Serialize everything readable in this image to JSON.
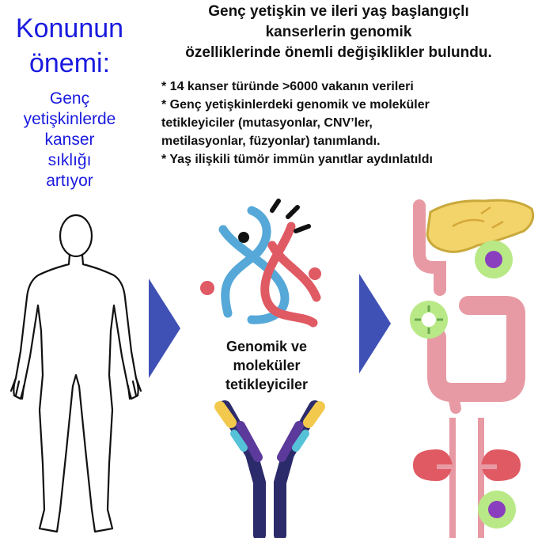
{
  "left_panel": {
    "title_line1": "Konunun",
    "title_line2": "önemi:",
    "subtitle_lines": [
      "Genç",
      "yetişkinlerde",
      "kanser",
      "sıklığı",
      "artıyor"
    ]
  },
  "headline_lines": [
    "Genç yetişkin ve ileri yaş başlangıçlı",
    "kanserlerin genomik",
    "özelliklerinde önemli değişiklikler bulundu."
  ],
  "bullets": [
    "* 14 kanser türünde >6000 vakanın verileri",
    "* Genç yetişkinlerdeki genomik ve moleküler",
    "tetikleyiciler (mutasyonlar, CNV’ler,",
    "metilasyonlar, füzyonlar) tanımlandı.",
    "* Yaş ilişkili tümör immün yanıtlar aydınlatıldı"
  ],
  "center_label_lines": [
    "Genomik ve",
    "moleküler",
    "tetikleyiciler"
  ],
  "icons": {
    "body": "human-body-outline-icon",
    "dna": "dna-icon",
    "antibody": "antibody-icon",
    "pancreas": "pancreas-tumor-icon",
    "colon": "colon-tumor-icon",
    "kidney": "kidney-tumor-icon",
    "arrow": "right-arrow-icon"
  },
  "colors": {
    "blue_text": "#1a1adf",
    "arrow": "#3f51b5",
    "dna_blue": "#55a8d8",
    "dna_red": "#e05a63",
    "antibody_navy": "#2b2a6a",
    "antibody_purple": "#5b3a9b",
    "antibody_yellow": "#f2c94c",
    "antibody_cyan": "#56c2d8",
    "pancreas_yellow": "#f2d46b",
    "organ_pink": "#e89aa4",
    "tumor_green": "#b8e986",
    "tumor_purple": "#8a3fbf"
  }
}
